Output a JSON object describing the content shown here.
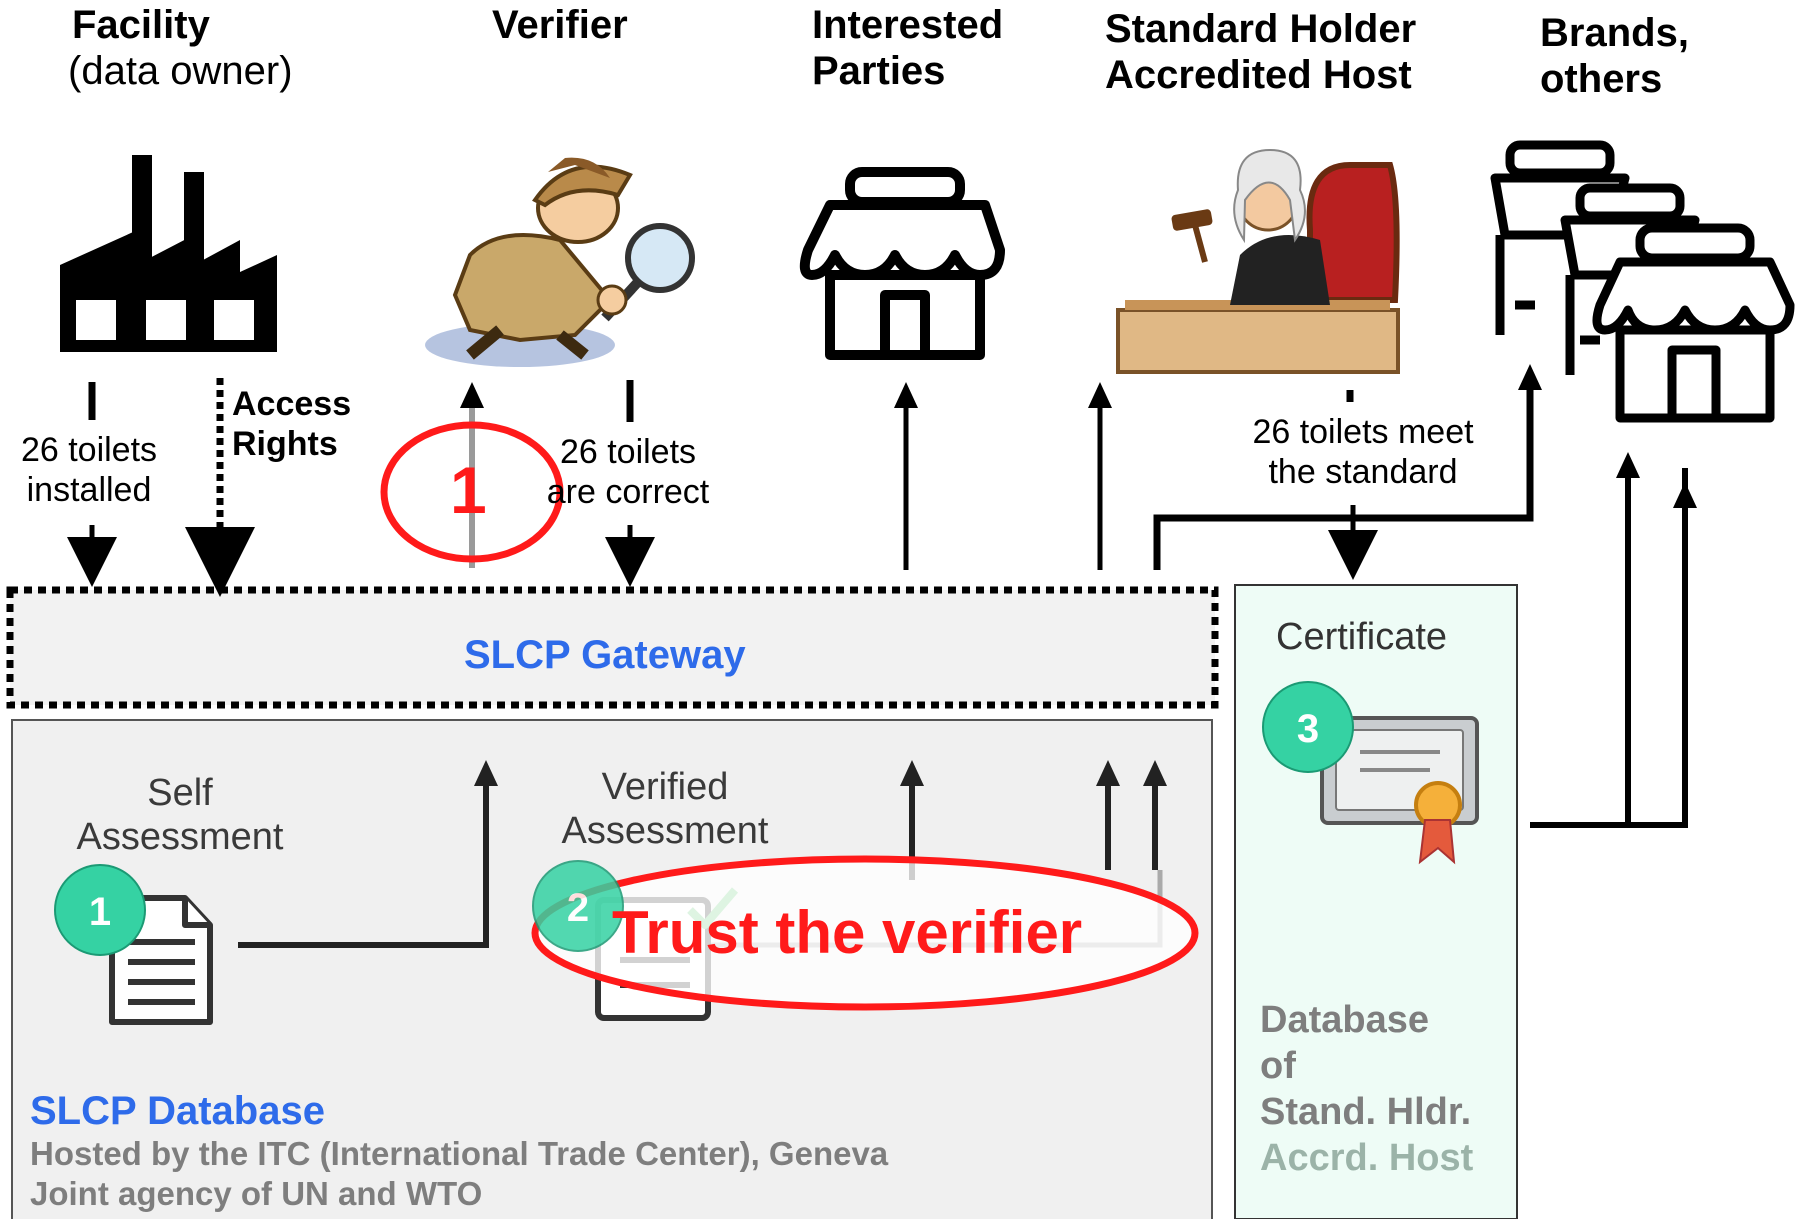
{
  "headers": {
    "facility": "Facility",
    "facility_sub": "(data owner)",
    "verifier": "Verifier",
    "interested_1": "Interested",
    "interested_2": "Parties",
    "standard_1": "Standard Holder",
    "standard_2": "Accredited Host",
    "brands_1": "Brands,",
    "brands_2": "others"
  },
  "flows": {
    "installed_1": "26 toilets",
    "installed_2": "installed",
    "access_1": "Access",
    "access_2": "Rights",
    "correct_1": "26 toilets",
    "correct_2": "are correct",
    "meet_1": "26 toilets meet",
    "meet_2": "the standard"
  },
  "gateway": {
    "label": "SLCP Gateway"
  },
  "database": {
    "self_1": "Self",
    "self_2": "Assessment",
    "verified_1": "Verified",
    "verified_2": "Assessment",
    "badge_1": "1",
    "badge_2": "2",
    "title": "SLCP Database",
    "hosted": "Hosted by the ITC (International Trade Center), Geneva",
    "joint": "Joint agency of UN and WTO"
  },
  "certificate": {
    "label": "Certificate",
    "badge": "3",
    "db_1": "Database",
    "db_2": "of",
    "db_3": "Stand. Hldr.",
    "db_4": "Accrd. Host"
  },
  "annotations": {
    "marker": "1",
    "trust": "Trust the verifier"
  },
  "colors": {
    "gateway_text": "#2e6bea",
    "badge": "#35d2a3",
    "annotation": "#ff1a1a",
    "panel_bg": "#f0f0f0",
    "cert_bg": "#eefcf6"
  },
  "icons": [
    "factory-icon",
    "detective-icon",
    "shop-icon",
    "judge-icon",
    "shops-stack-icon",
    "document-icon",
    "checklist-icon",
    "certificate-icon"
  ]
}
